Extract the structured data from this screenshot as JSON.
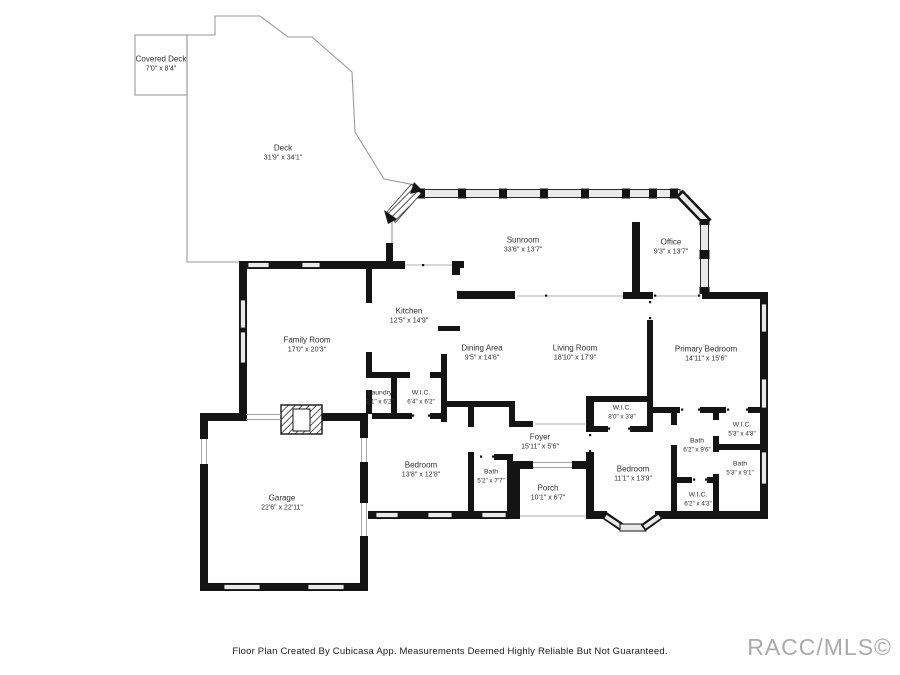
{
  "rooms": [
    {
      "id": "covered-deck",
      "name": "Covered Deck",
      "dims": "7'0\" x 8'4\""
    },
    {
      "id": "deck",
      "name": "Deck",
      "dims": "31'9\" x 34'1\""
    },
    {
      "id": "sunroom",
      "name": "Sunroom",
      "dims": "33'6\" x 13'7\""
    },
    {
      "id": "office",
      "name": "Office",
      "dims": "9'3\" x 13'7\""
    },
    {
      "id": "kitchen",
      "name": "Kitchen",
      "dims": "12'5\" x 14'9\""
    },
    {
      "id": "family-room",
      "name": "Family Room",
      "dims": "17'0\" x 20'3\""
    },
    {
      "id": "dining-area",
      "name": "Dining Area",
      "dims": "9'5\" x 14'6\""
    },
    {
      "id": "living-room",
      "name": "Living Room",
      "dims": "18'10\" x 17'9\""
    },
    {
      "id": "primary-bedroom",
      "name": "Primary Bedroom",
      "dims": "14'11\" x 15'6\""
    },
    {
      "id": "laundry",
      "name": "Laundry",
      "dims": "3'1\" x 6'2\""
    },
    {
      "id": "wic-hall",
      "name": "W.I.C.",
      "dims": "6'4\" x 6'2\""
    },
    {
      "id": "wic-primary",
      "name": "W.I.C.",
      "dims": "8'0\" x 3'8\""
    },
    {
      "id": "foyer",
      "name": "Foyer",
      "dims": "15'11\" x 5'6\""
    },
    {
      "id": "bedroom-front",
      "name": "Bedroom",
      "dims": "13'8\" x 12'8\""
    },
    {
      "id": "bath-front",
      "name": "Bath",
      "dims": "5'2\" x 7'7\""
    },
    {
      "id": "porch",
      "name": "Porch",
      "dims": "10'1\" x 6'7\""
    },
    {
      "id": "bedroom-rear",
      "name": "Bedroom",
      "dims": "11'1\" x 13'9\""
    },
    {
      "id": "bath-primary",
      "name": "Bath",
      "dims": "6'2\" x 9'6\""
    },
    {
      "id": "wic-small",
      "name": "W.I.C.",
      "dims": "5'3\" x 4'8\""
    },
    {
      "id": "bath-hall",
      "name": "Bath",
      "dims": "5'3\" x 9'1\""
    },
    {
      "id": "wic-bedroom",
      "name": "W.I.C.",
      "dims": "6'2\" x 4'3\""
    },
    {
      "id": "garage",
      "name": "Garage",
      "dims": "22'6\" x 22'11\""
    }
  ],
  "footer": {
    "disclaimer": "Floor Plan Created By Cubicasa App. Measurements Deemed Highly Reliable But Not Guaranteed."
  },
  "watermark": {
    "text": "RACC/MLS©"
  },
  "colors": {
    "wall": "#141414",
    "window_fill": "#e9e9e9",
    "thin_outline": "#9a9a9a",
    "label_text": "#2e2e2e",
    "watermark_text": "#9c9c9c"
  }
}
